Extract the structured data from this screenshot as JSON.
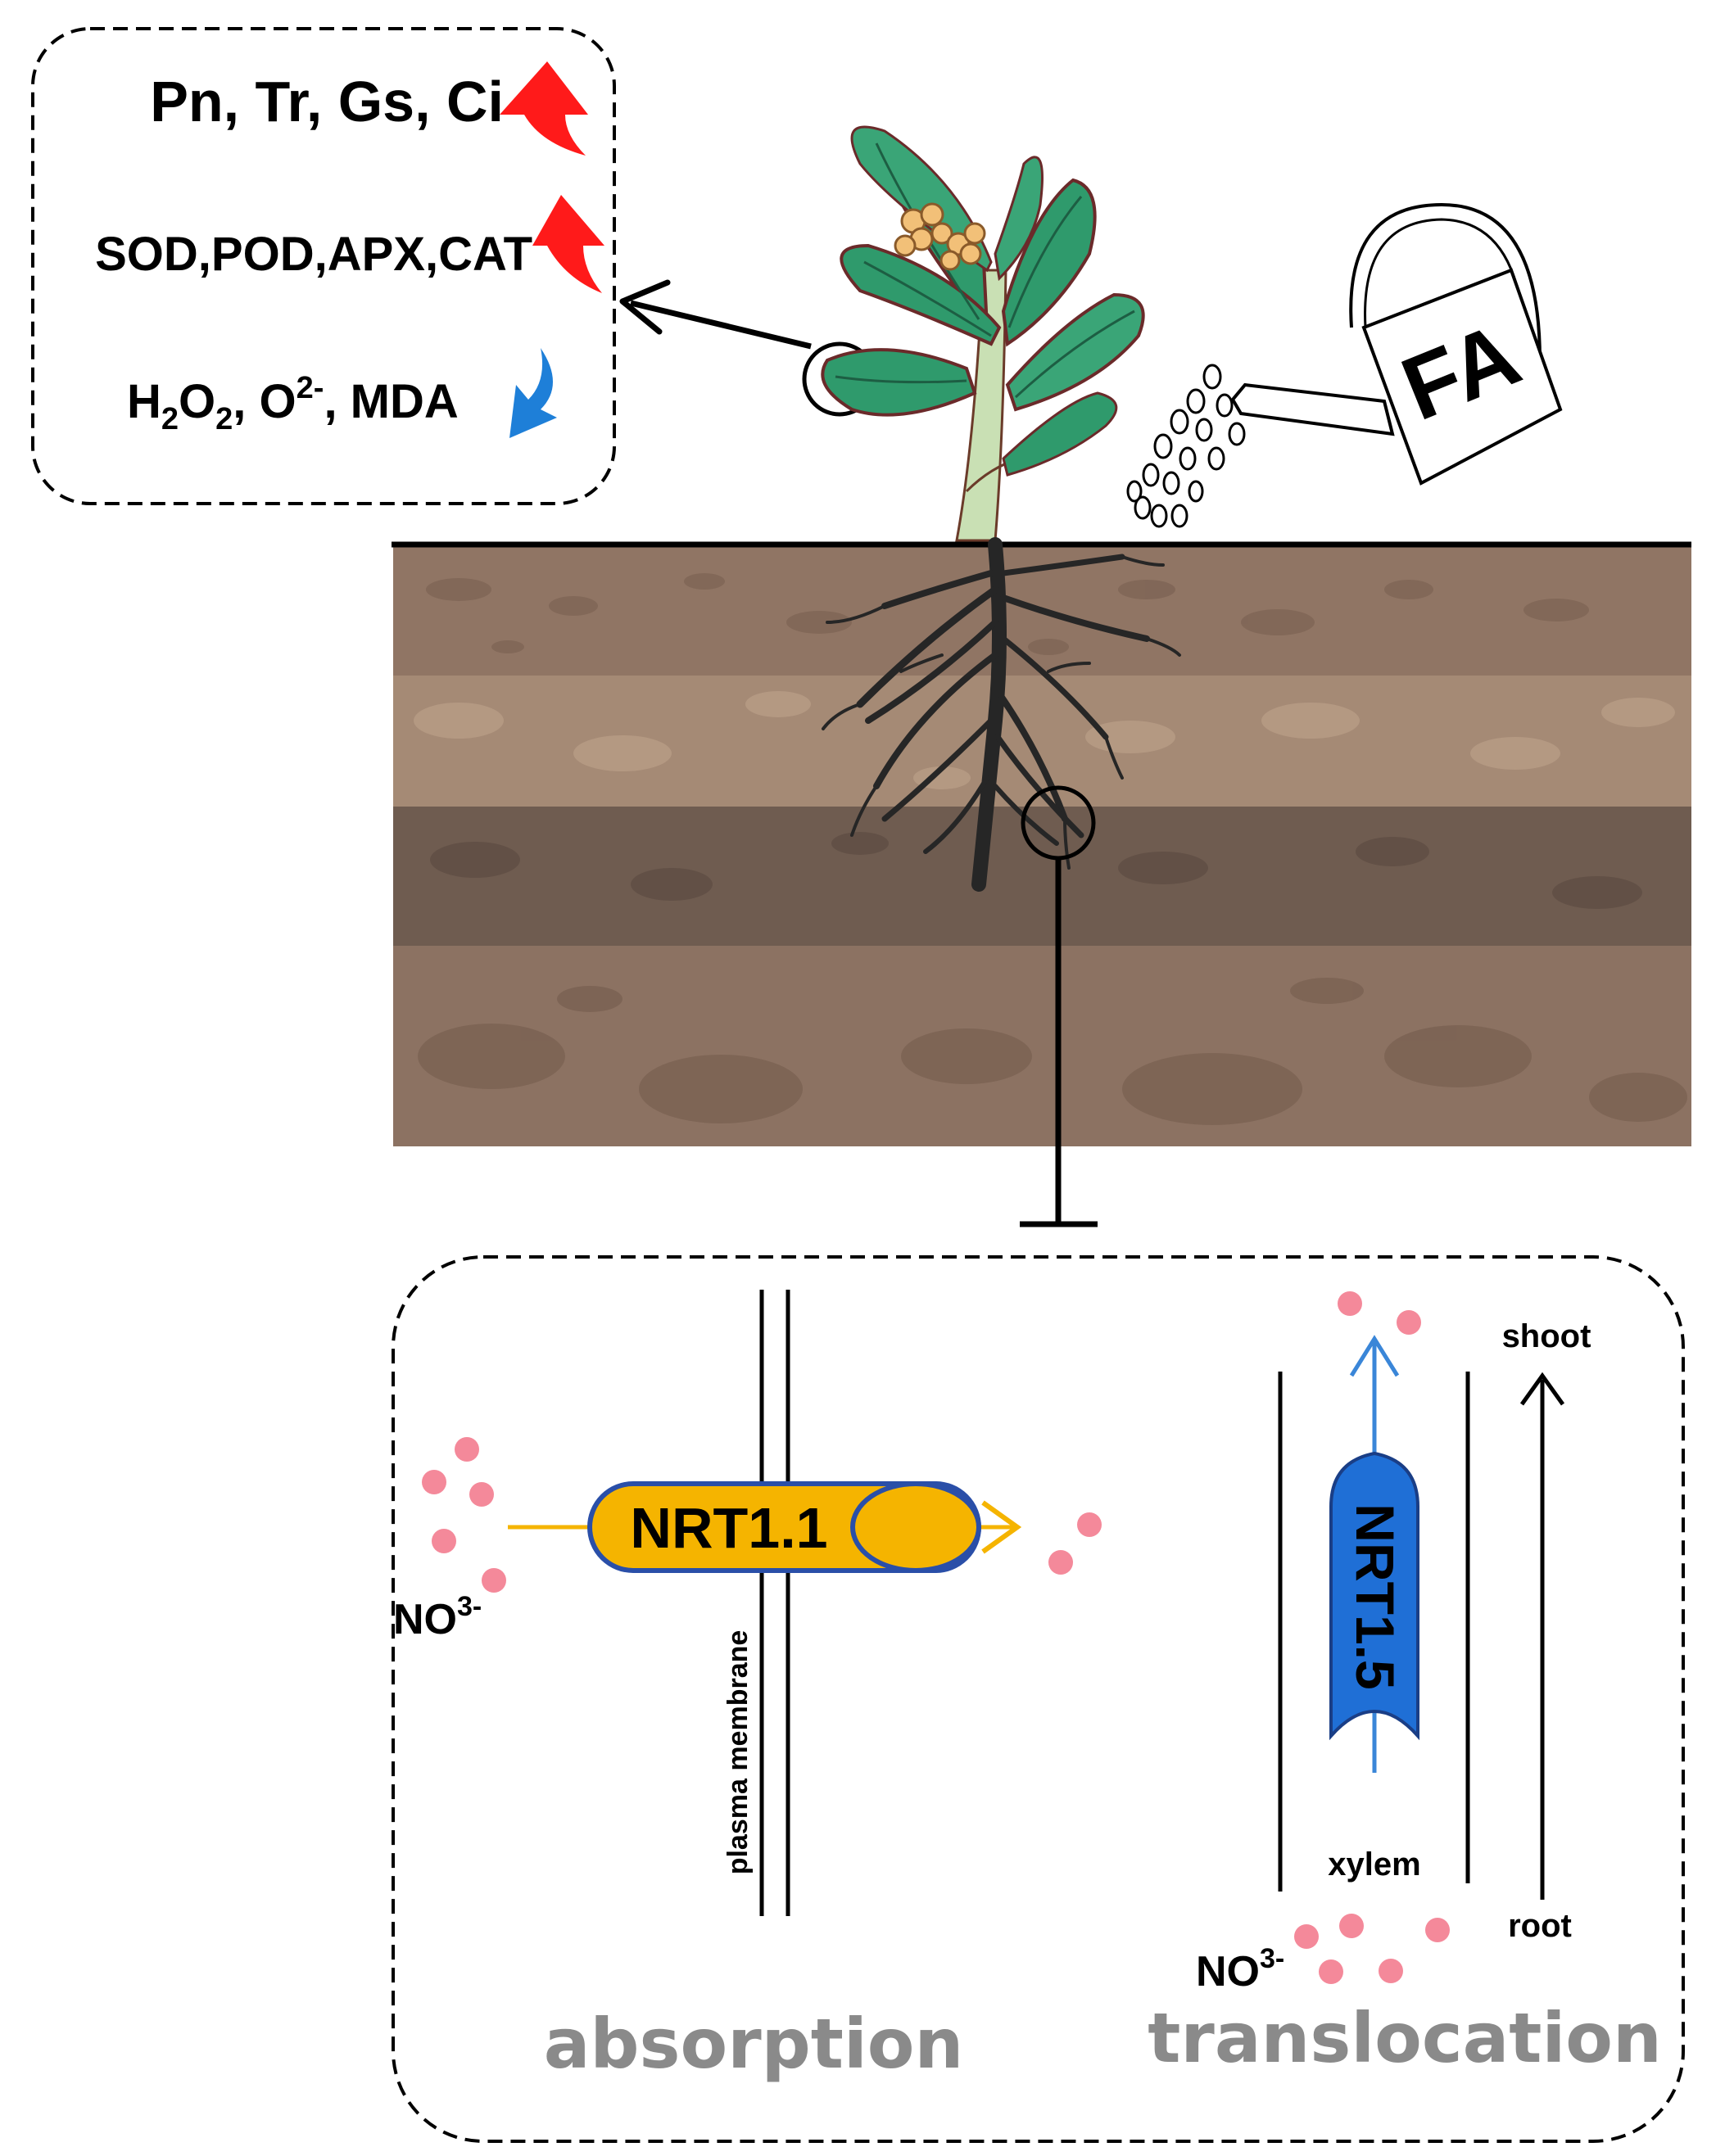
{
  "physiology_box": {
    "photosynthesis_params": "Pn, Tr, Gs, Ci",
    "antioxidant_enzymes": "SOD,POD,APX,CAT",
    "ros_label": {
      "h": "H",
      "sub2a": "2",
      "o": "O",
      "sub2b": "2",
      "rest1": ", O",
      "sup": "2-",
      "rest2": ", MDA"
    },
    "increase_color": "#ff1a1a",
    "decrease_color": "#1e7fd8"
  },
  "watering_can": {
    "label": "FA"
  },
  "root_box": {
    "transporter_1": "NRT1.1",
    "transporter_2": "NRT1.5",
    "membrane_label": "plasma membrane",
    "nitrate_left": {
      "base": "NO",
      "sup": "3-"
    },
    "nitrate_right": {
      "base": "NO",
      "sup": "3-"
    },
    "xylem_label": "xylem",
    "shoot_label": "shoot",
    "root_label": "root",
    "process_1": "absorption",
    "process_2": "translocation",
    "nrt11_color": "#f5b400",
    "nrt15_color": "#1f6fd6",
    "ion_color": "#f4899a"
  }
}
